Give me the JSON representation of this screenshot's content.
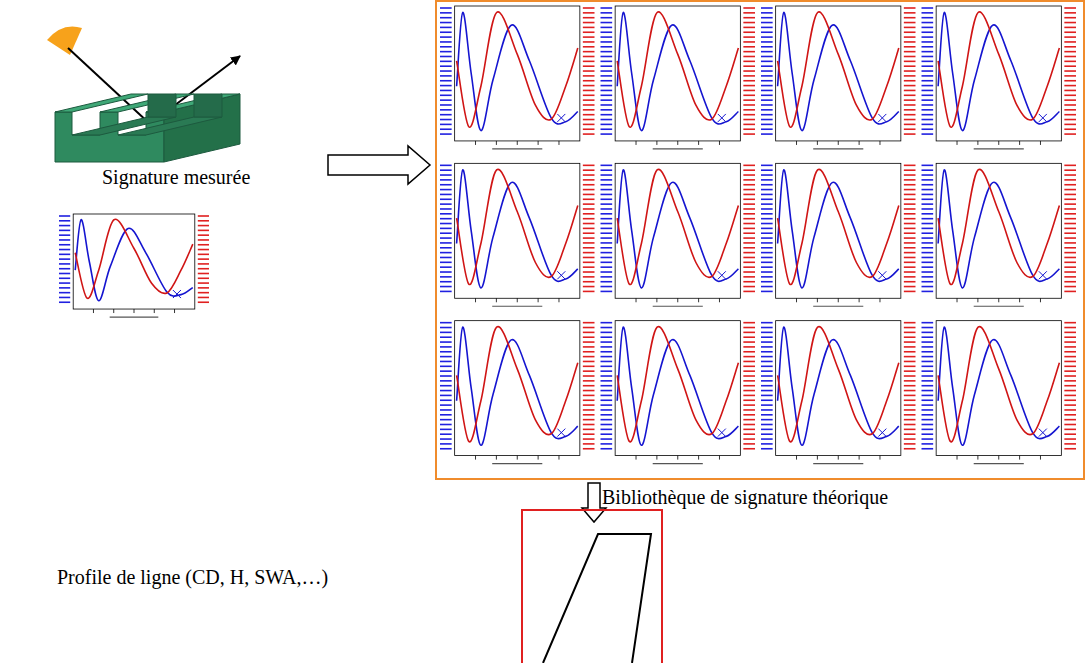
{
  "diagram": {
    "nodes": [
      {
        "text": [
          "Bibliothèque de signature théorique"
        ]
      }
    ],
    "labels": [
      "Signature mesurée",
      "Profile de ligne (CD, H, SWA,…)"
    ]
  }
}
